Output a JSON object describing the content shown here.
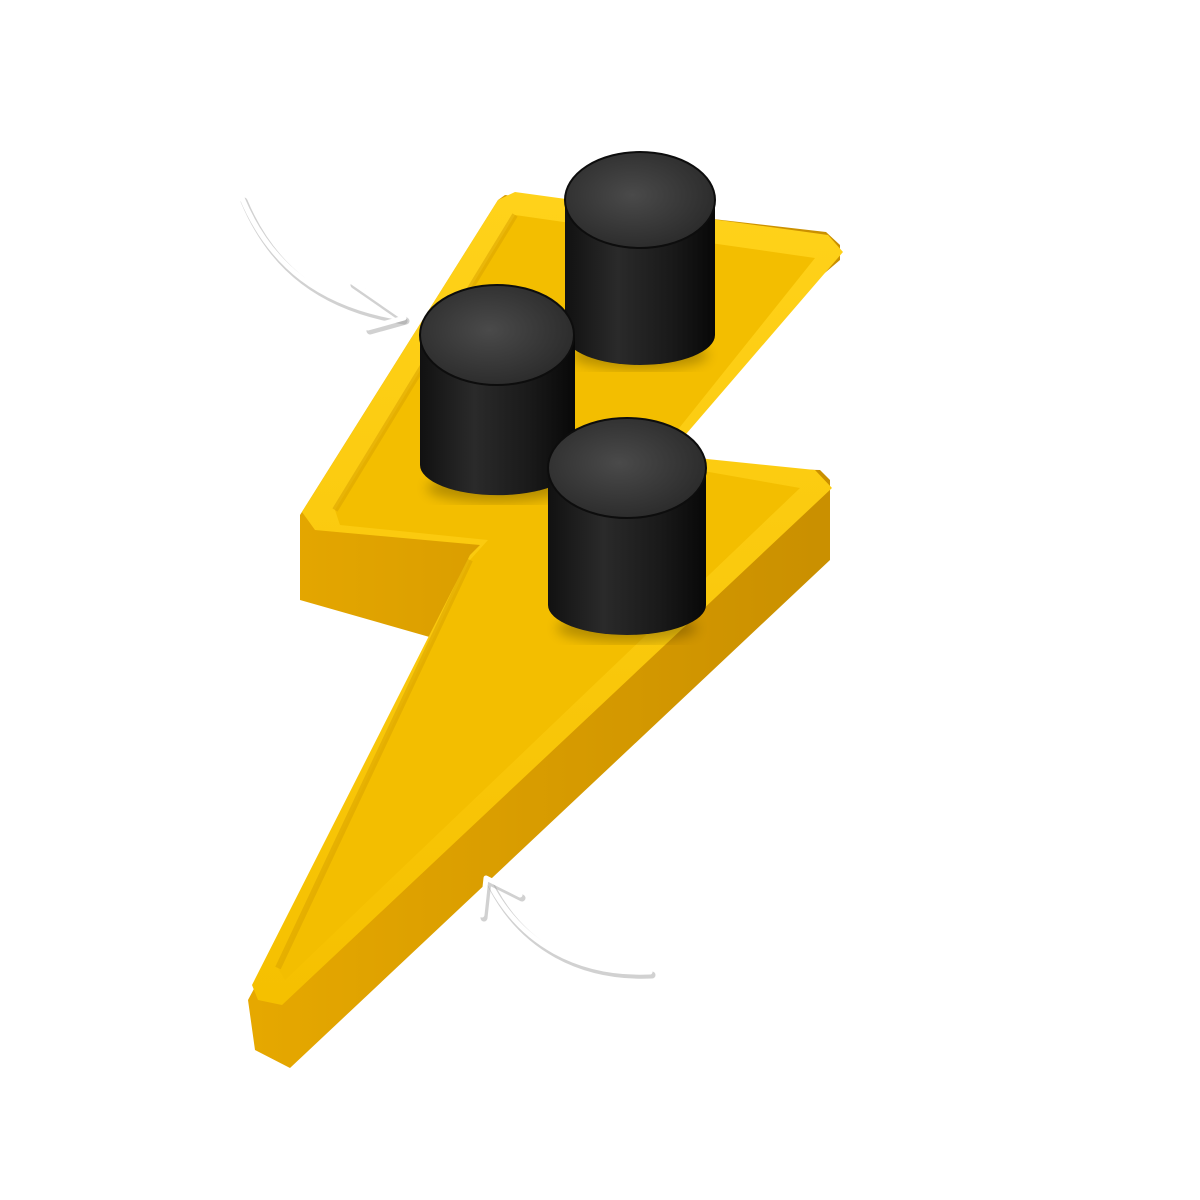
{
  "scene": {
    "subject": "yellow-lightning-bolt-tray",
    "cylinder_count": 3,
    "arrow_count": 2
  },
  "colors": {
    "background": "#ffffff",
    "tray_top": "#ffd21a",
    "tray_mid": "#f5c000",
    "tray_side": "#e6a800",
    "tray_side_dark": "#c98f00",
    "tray_floor": "#f3be00",
    "tray_floor_shadow": "#d9a300",
    "cylinder_top": "#3c3c3c",
    "cylinder_body": "#1e1e1e",
    "cylinder_edge": "#0d0d0d",
    "arrow": "#ffffff",
    "arrow_shadow": "#9a9a9a"
  }
}
